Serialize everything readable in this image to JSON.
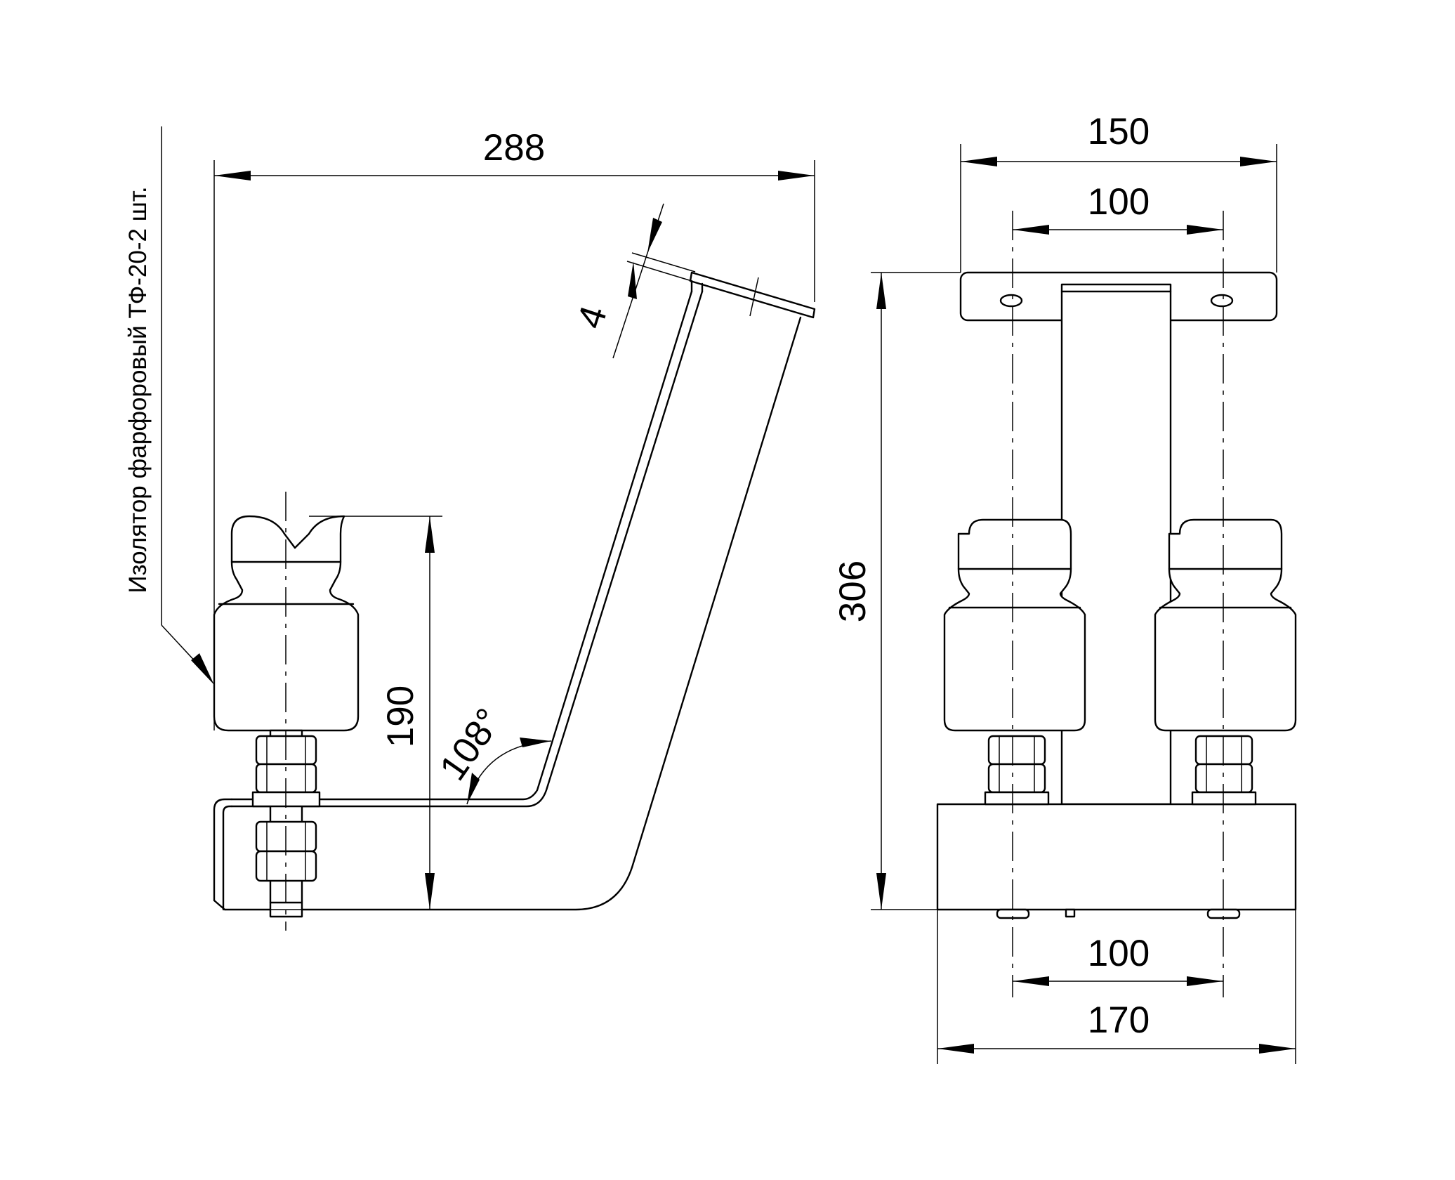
{
  "drawing": {
    "side_view": {
      "dim_overall_width": "288",
      "dim_insulator_height": "190",
      "dim_bracket_angle": "108°",
      "dim_plate_thickness": "4",
      "insulator_callout": "Изолятор фарфоровый ТФ-20-2 шт."
    },
    "front_view": {
      "dim_top_plate_width": "150",
      "dim_top_hole_spacing": "100",
      "dim_overall_height": "306",
      "dim_base_hole_spacing": "100",
      "dim_base_width": "170"
    }
  }
}
